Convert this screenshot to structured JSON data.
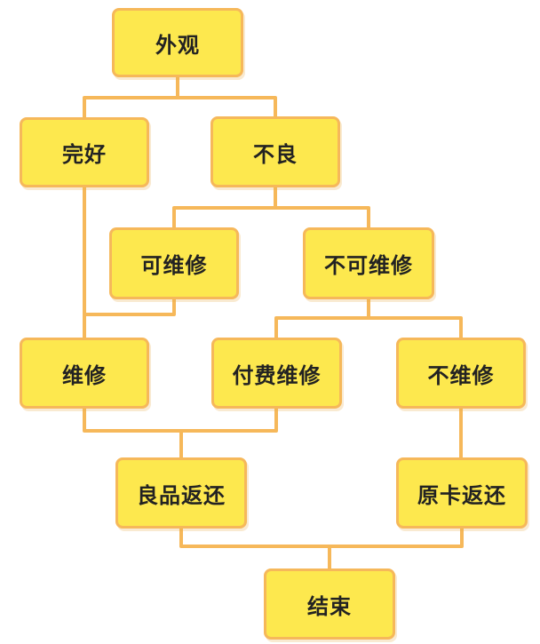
{
  "nodes": {
    "appearance": "外观",
    "intact": "完好",
    "defective": "不良",
    "repairable": "可维修",
    "unrepairable": "不可维修",
    "repair": "维修",
    "paid_repair": "付费维修",
    "no_repair": "不维修",
    "good_return": "良品返还",
    "original_return": "原卡返还",
    "end": "结束"
  },
  "colors": {
    "node_fill": "#fde84e",
    "node_border": "#f6b85a",
    "connector": "#f6b85a",
    "text": "#222222"
  }
}
